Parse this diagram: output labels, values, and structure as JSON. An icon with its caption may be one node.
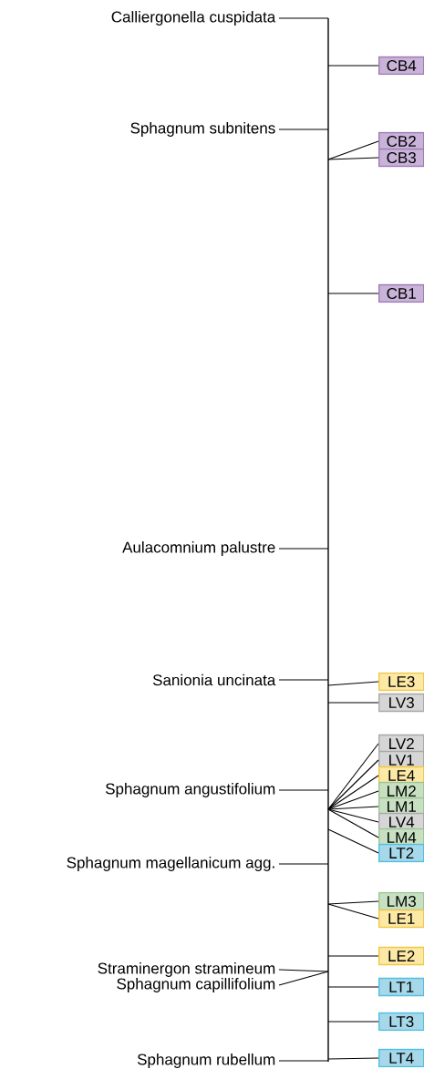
{
  "diagram": {
    "nodes": [
      {
        "text": [
          "Calliergonella cuspidata"
        ]
      },
      {
        "text": [
          "Sphagnum subnitens"
        ]
      },
      {
        "text": [
          "Aulacomnium palustre"
        ]
      },
      {
        "text": [
          "Sanionia uncinata"
        ]
      },
      {
        "text": [
          "Sphagnum angustifolium"
        ]
      },
      {
        "text": [
          "Sphagnum magellanicum agg."
        ]
      },
      {
        "text": [
          "Straminergon stramineum"
        ]
      },
      {
        "text": [
          "Sphagnum capillifolium"
        ]
      },
      {
        "text": [
          "Sphagnum rubellum"
        ]
      },
      {
        "text": [],
        "shape": "bar"
      },
      {
        "text": [
          "CB4"
        ]
      },
      {
        "text": [
          "CB2"
        ]
      },
      {
        "text": [
          "CB3"
        ]
      },
      {
        "text": [
          "CB1"
        ]
      },
      {
        "text": [
          "LE3"
        ]
      },
      {
        "text": [
          "LV3"
        ]
      },
      {
        "text": [
          "LV2"
        ]
      },
      {
        "text": [
          "LV1"
        ]
      },
      {
        "text": [
          "LE4"
        ]
      },
      {
        "text": [
          "LM2"
        ]
      },
      {
        "text": [
          "LM1"
        ]
      },
      {
        "text": [
          "LV4"
        ]
      },
      {
        "text": [
          "LM4"
        ]
      },
      {
        "text": [
          "LT2"
        ]
      },
      {
        "text": [
          "LM3"
        ]
      },
      {
        "text": [
          "LE1"
        ]
      },
      {
        "text": [
          "LE2"
        ]
      },
      {
        "text": [
          "LT1"
        ]
      },
      {
        "text": [
          "LT3"
        ]
      },
      {
        "text": [
          "LT4"
        ]
      }
    ],
    "edges": [
      {
        "from": 0,
        "to": 9,
        "arrow": "none"
      },
      {
        "from": 1,
        "to": 9,
        "arrow": "none"
      },
      {
        "from": 2,
        "to": 9,
        "arrow": "none"
      },
      {
        "from": 3,
        "to": 9,
        "arrow": "none"
      },
      {
        "from": 4,
        "to": 9,
        "arrow": "none"
      },
      {
        "from": 5,
        "to": 9,
        "arrow": "none"
      },
      {
        "from": 6,
        "to": 9,
        "arrow": "none"
      },
      {
        "from": 7,
        "to": 9,
        "arrow": "none"
      },
      {
        "from": 8,
        "to": 9,
        "arrow": "none"
      },
      {
        "from": 10,
        "to": 9,
        "arrow": "none"
      },
      {
        "from": 11,
        "to": 9,
        "arrow": "none"
      },
      {
        "from": 12,
        "to": 9,
        "arrow": "none"
      },
      {
        "from": 13,
        "to": 9,
        "arrow": "none"
      },
      {
        "from": 14,
        "to": 9,
        "arrow": "none"
      },
      {
        "from": 15,
        "to": 9,
        "arrow": "none"
      },
      {
        "from": 16,
        "to": 9,
        "arrow": "none"
      },
      {
        "from": 17,
        "to": 9,
        "arrow": "none"
      },
      {
        "from": 18,
        "to": 9,
        "arrow": "none"
      },
      {
        "from": 19,
        "to": 9,
        "arrow": "none"
      },
      {
        "from": 20,
        "to": 9,
        "arrow": "none"
      },
      {
        "from": 21,
        "to": 9,
        "arrow": "none"
      },
      {
        "from": 22,
        "to": 9,
        "arrow": "none"
      },
      {
        "from": 23,
        "to": 9,
        "arrow": "none"
      },
      {
        "from": 24,
        "to": 9,
        "arrow": "none"
      },
      {
        "from": 25,
        "to": 9,
        "arrow": "none"
      },
      {
        "from": 26,
        "to": 9,
        "arrow": "none"
      },
      {
        "from": 27,
        "to": 9,
        "arrow": "none"
      },
      {
        "from": 28,
        "to": 9,
        "arrow": "none"
      },
      {
        "from": 29,
        "to": 9,
        "arrow": "none"
      }
    ]
  }
}
